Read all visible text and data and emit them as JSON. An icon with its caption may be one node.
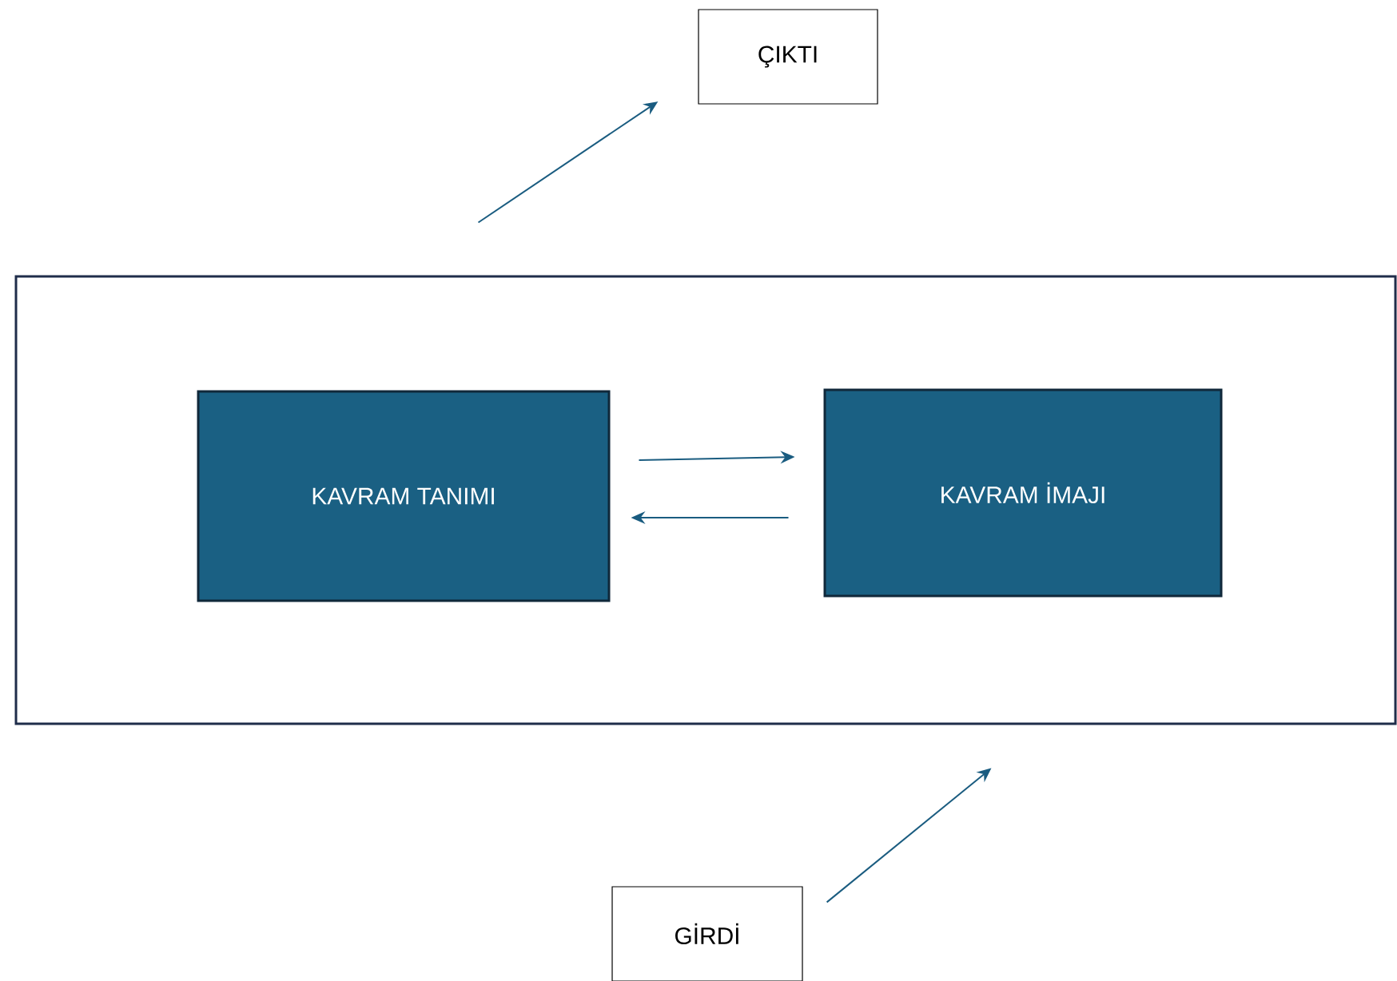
{
  "diagram": {
    "nodes": [
      {
        "text": [],
        "shape": "box"
      },
      {
        "text": [
          "KAVRAM TANIMI"
        ],
        "in": 0
      },
      {
        "text": [
          "KAVRAM İMAJI"
        ],
        "in": 0
      },
      {
        "text": [
          "ÇIKTI"
        ]
      },
      {
        "text": [
          "GİRDİ"
        ]
      }
    ],
    "edges": [
      {
        "from": 0,
        "to": 3,
        "arrow": "to"
      },
      {
        "from": 1,
        "to": 2,
        "arrow": "to"
      },
      {
        "from": 2,
        "to": 1,
        "arrow": "to"
      },
      {
        "from": 4,
        "to": 0,
        "arrow": "to"
      }
    ]
  }
}
